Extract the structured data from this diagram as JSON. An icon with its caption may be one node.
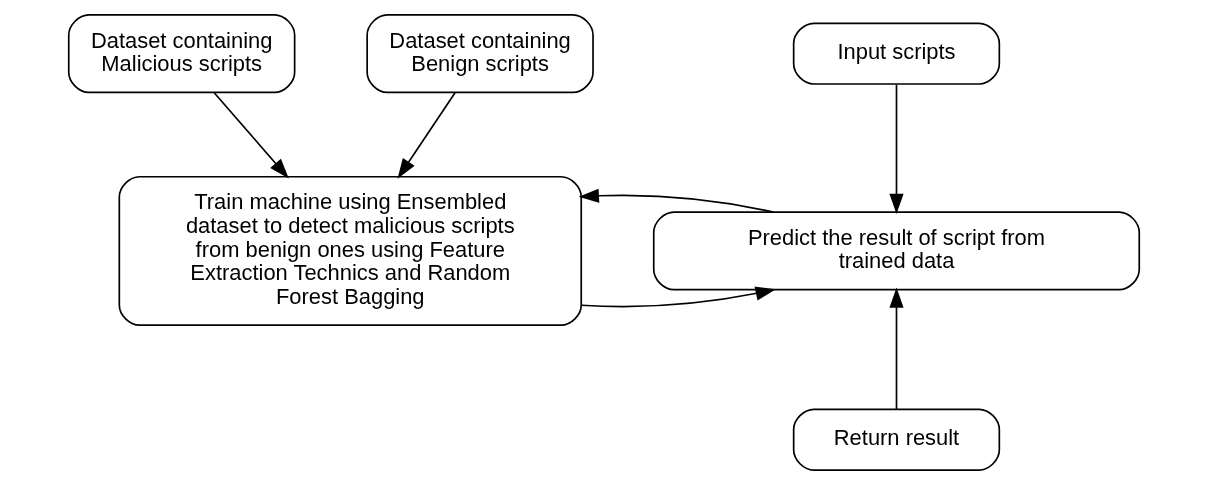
{
  "diagram": {
    "nodes": [
      {
        "text": [
          "Dataset containing Malicious scripts"
        ]
      },
      {
        "text": [
          "Dataset containing Benign scripts"
        ]
      },
      {
        "text": [
          "Input scripts"
        ]
      },
      {
        "text": [
          "Train machine using Ensembled dataset to detect malicious scripts from benign ones using Feature Extraction Technics and Random Forest Bagging"
        ]
      },
      {
        "text": [
          "Predict the result of script from trained data"
        ]
      },
      {
        "text": [
          "Return result"
        ]
      }
    ],
    "edges": [
      {
        "from": 0,
        "to": 3,
        "arrow": "to"
      },
      {
        "from": 1,
        "to": 3,
        "arrow": "to"
      },
      {
        "from": 2,
        "to": 4,
        "arrow": "to"
      },
      {
        "from": 3,
        "to": 4,
        "arrow": "to"
      },
      {
        "from": 4,
        "to": 3,
        "arrow": "to"
      },
      {
        "from": 5,
        "to": 4,
        "arrow": "to"
      }
    ]
  }
}
